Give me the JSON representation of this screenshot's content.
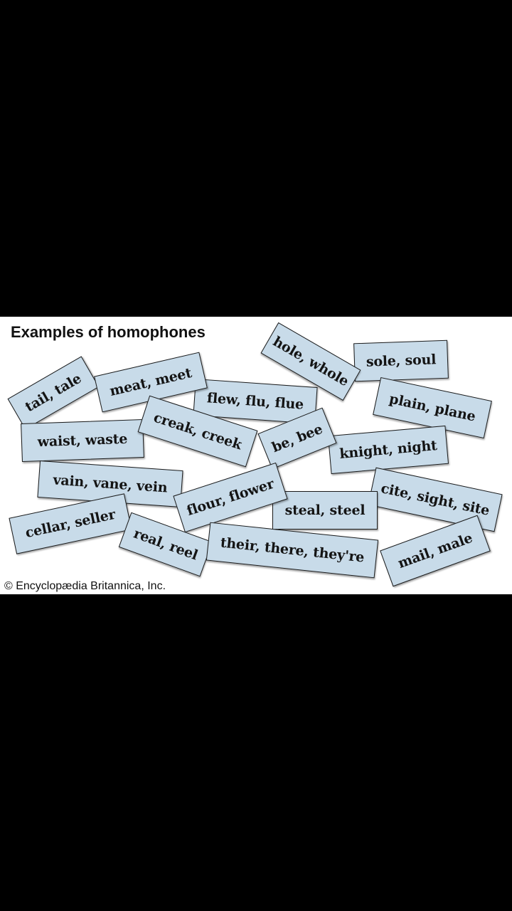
{
  "title": "Examples of homophones",
  "credit": "© Encyclopædia Britannica, Inc.",
  "colors": {
    "background_outer": "#000000",
    "figure_background": "#ffffff",
    "card_fill": "#c8dbe9",
    "card_border": "#1a1a1a",
    "text": "#141414"
  },
  "cards": [
    {
      "label": "tail, tale"
    },
    {
      "label": "meat, meet"
    },
    {
      "label": "hole, whole"
    },
    {
      "label": "sole, soul"
    },
    {
      "label": "flew, flu, flue"
    },
    {
      "label": "plain, plane"
    },
    {
      "label": "waist, waste"
    },
    {
      "label": "creak, creek"
    },
    {
      "label": "be, bee"
    },
    {
      "label": "knight, night"
    },
    {
      "label": "vain, vane, vein"
    },
    {
      "label": "steal, steel"
    },
    {
      "label": "cite, sight, site"
    },
    {
      "label": "flour, flower"
    },
    {
      "label": "cellar, seller"
    },
    {
      "label": "real, reel"
    },
    {
      "label": "their, there, they're"
    },
    {
      "label": "mail, male"
    }
  ]
}
